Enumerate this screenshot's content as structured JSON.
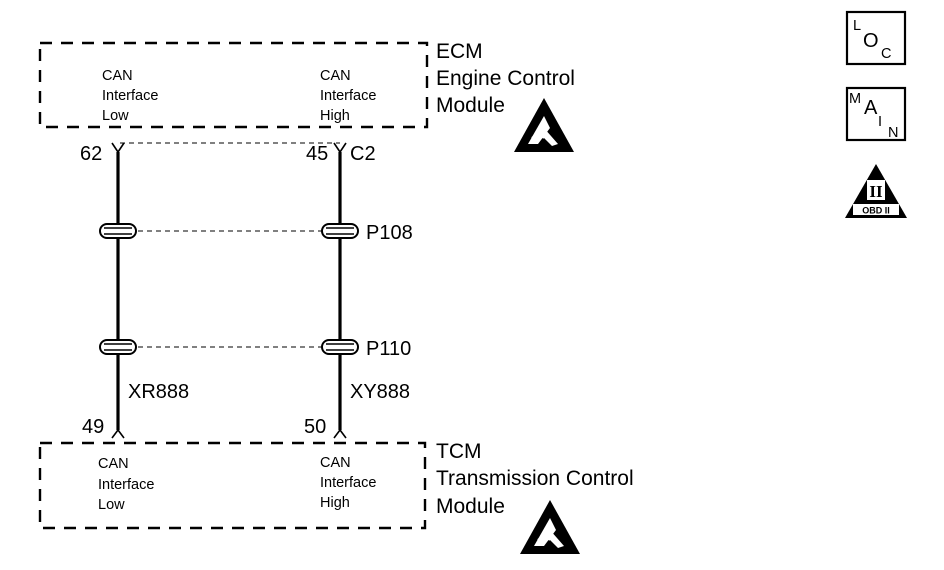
{
  "ecm": {
    "code": "ECM",
    "name_line1": "Engine Control",
    "name_line2": "Module",
    "pin_low_label": [
      "CAN",
      "Interface",
      "Low"
    ],
    "pin_high_label": [
      "CAN",
      "Interface",
      "High"
    ],
    "pin_low_number": "62",
    "pin_high_number": "45",
    "connector": "C2"
  },
  "tcm": {
    "code": "TCM",
    "name_line1": "Transmission Control",
    "name_line2": "Module",
    "pin_low_label": [
      "CAN",
      "Interface",
      "Low"
    ],
    "pin_high_label": [
      "CAN",
      "Interface",
      "High"
    ],
    "pin_low_number": "49",
    "pin_high_number": "50"
  },
  "connectors": {
    "upper": "P108",
    "lower": "P110"
  },
  "wires": {
    "low": "XR888",
    "high": "XY888"
  },
  "legend_icons": {
    "loc_letters": [
      "L",
      "O",
      "C"
    ],
    "main_letters": [
      "M",
      "A",
      "I",
      "N"
    ],
    "obd_numeral": "II",
    "obd_text": "OBD II"
  },
  "icon_names": [
    "esd-icon",
    "loc-icon",
    "main-icon",
    "obd-ii-icon"
  ]
}
